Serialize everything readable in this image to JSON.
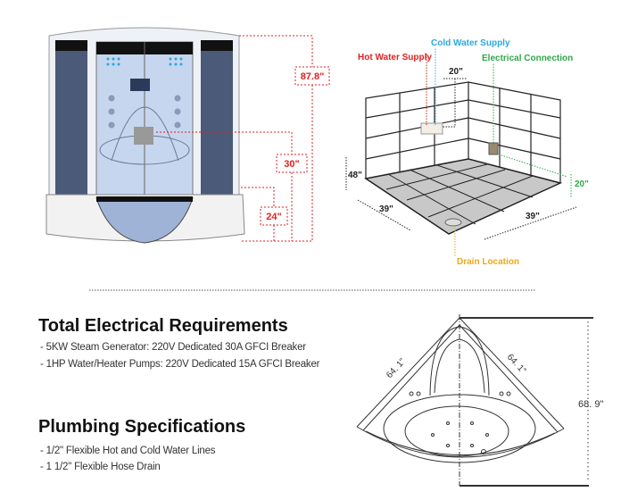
{
  "shower_dimensions": {
    "total_height": "87.8\"",
    "seat_height": "30\"",
    "tub_height": "24\""
  },
  "rough_in": {
    "cold_water_label": "Cold Water Supply",
    "hot_water_label": "Hot Water Supply",
    "electrical_label": "Electrical Connection",
    "drain_label": "Drain Location",
    "supply_offset": "20\"",
    "supply_height": "48\"",
    "left_wall": "39\"",
    "right_wall": "39\"",
    "electrical_height": "20\""
  },
  "electrical": {
    "title": "Total Electrical Requirements",
    "items": [
      "- 5KW Steam Generator: 220V Dedicated 30A GFCI Breaker",
      "- 1HP Water/Heater Pumps: 220V Dedicated 15A GFCI Breaker"
    ]
  },
  "plumbing": {
    "title": "Plumbing Specifications",
    "items": [
      "- 1/2\" Flexible Hot and Cold Water Lines",
      "- 1 1/2\" Flexible Hose Drain"
    ]
  },
  "tub_dimensions": {
    "left_side": "64. 1\"",
    "right_side": "64. 1\"",
    "depth": "68. 9\""
  },
  "colors": {
    "red": "#e02020",
    "blue": "#2aa8e0",
    "green": "#2fa84a",
    "orange": "#e8a820"
  }
}
